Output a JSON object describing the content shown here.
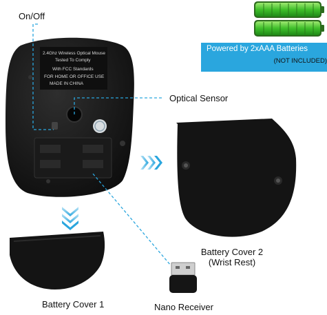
{
  "labels": {
    "on_off": "On/Off",
    "optical_sensor": "Optical Sensor",
    "battery_cover_1": "Battery Cover 1",
    "battery_cover_2_line1": "Battery Cover 2",
    "battery_cover_2_line2": "(Wrist Rest)",
    "nano_receiver": "Nano Receiver"
  },
  "battery_banner": {
    "title": "Powered by 2xAAA Batteries",
    "note": "(NOT INCLUDED)"
  },
  "mouse_label": {
    "line1": "2.4Ghz Wireless Optical Mouse",
    "line2": "Tested To Comply",
    "line3": "With FCC Standards",
    "line4": "FOR HOME OR OFFICE USE",
    "line5": "MADE IN CHINA"
  },
  "colors": {
    "accent": "#2aa6de",
    "battery_green": "#3fbf2a",
    "product_black": "#141414"
  }
}
